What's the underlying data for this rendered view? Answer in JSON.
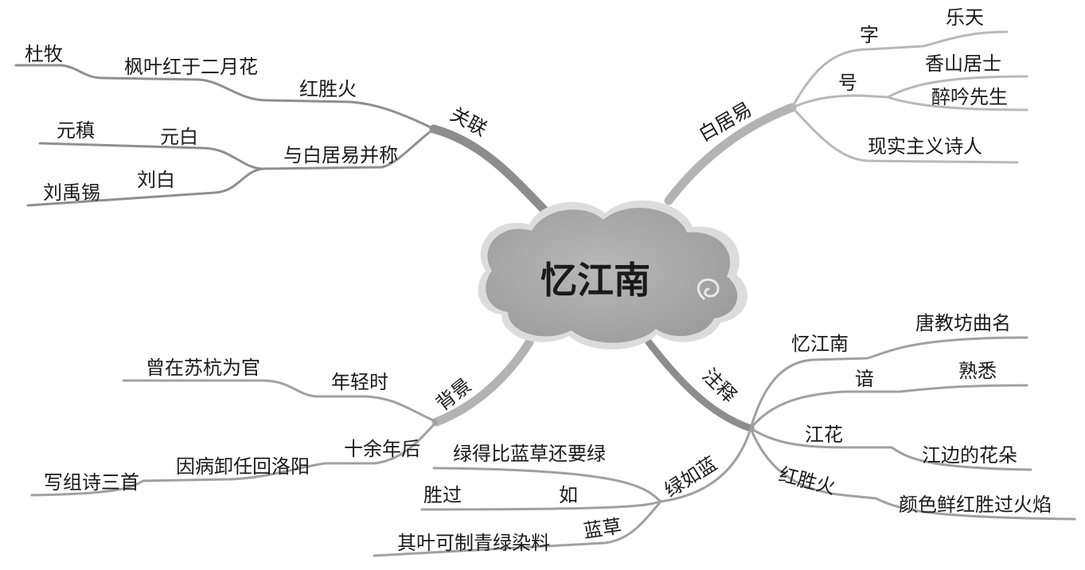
{
  "center": "忆江南",
  "colors": {
    "branch_dark": "#8a8a8a",
    "branch_light": "#b4b4b4",
    "line": "#9a9a9a",
    "cloud": "#a7a7a7",
    "cloud_edge": "#d6d6d6",
    "text": "#1a1a1a"
  },
  "branches": {
    "guanlian": {
      "label": "关联",
      "fengye": {
        "label": "枫叶红于二月花",
        "leaf": "杜牧"
      },
      "hongshenghuo": "红胜火",
      "bingcheng": {
        "label": "与白居易并称",
        "yuanbai": "元白",
        "yuanzhen": "元稹",
        "liubai": "刘白",
        "liuyuxi": "刘禹锡"
      }
    },
    "baijuyi": {
      "label": "白居易",
      "zi": {
        "label": "字",
        "value": "乐天"
      },
      "hao": {
        "label": "号",
        "value1": "香山居士",
        "value2": "醉吟先生"
      },
      "xianshi": "现实主义诗人"
    },
    "beijing": {
      "label": "背景",
      "nianqing": {
        "label": "年轻时",
        "value": "曾在苏杭为官"
      },
      "shiyu": {
        "label": "十余年后",
        "value1": "因病卸任回洛阳",
        "value2": "写组诗三首"
      }
    },
    "zhushi": {
      "label": "注释",
      "yijiangnan": {
        "label": "忆江南",
        "value": "唐教坊曲名"
      },
      "an": {
        "label": "谙",
        "value": "熟悉"
      },
      "jianghua": {
        "label": "江花",
        "value": "江边的花朵"
      },
      "hongshenghuo": {
        "label": "红胜火",
        "value": "颜色鲜红胜过火焰"
      },
      "lvrulan": {
        "label": "绿如蓝",
        "meaning": "绿得比蓝草还要绿",
        "ru": {
          "label": "如",
          "value": "胜过"
        },
        "lan": {
          "label": "蓝草",
          "value": "其叶可制青绿染料"
        }
      }
    }
  }
}
